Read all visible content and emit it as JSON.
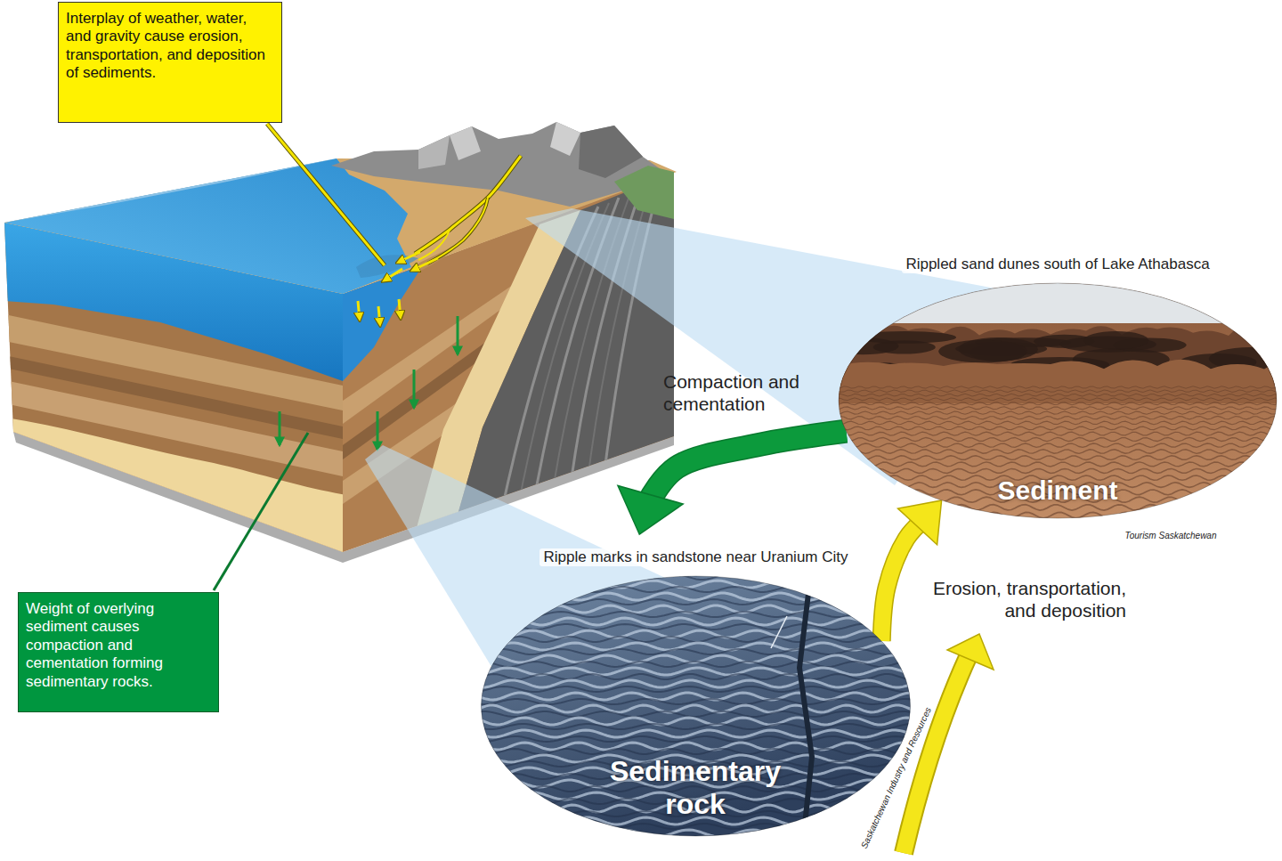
{
  "diagram": {
    "nodes": [
      {
        "text": [
          "Interplay of weather, water, and gravity cause erosion, transportation, and deposition of sediments."
        ]
      },
      {
        "text": [
          "Rippled sand dunes south of Lake Athabasca",
          "Sediment",
          "Tourism Saskatchewan"
        ]
      },
      {
        "text": [
          "Weight of overlying sediment causes compaction and cementation forming sedimentary rocks."
        ]
      },
      {
        "text": [
          "Ripple marks in sandstone near Uranium City",
          "Sedimentary rock",
          "Saskatchewan Industry and Resources"
        ]
      }
    ],
    "edges": [
      {
        "from": 1,
        "to": 3,
        "arrow": "to",
        "label": "Compaction and cementation"
      },
      {
        "from": 3,
        "to": 1,
        "arrow": "to",
        "label": "Erosion, transportation, and deposition"
      }
    ]
  }
}
